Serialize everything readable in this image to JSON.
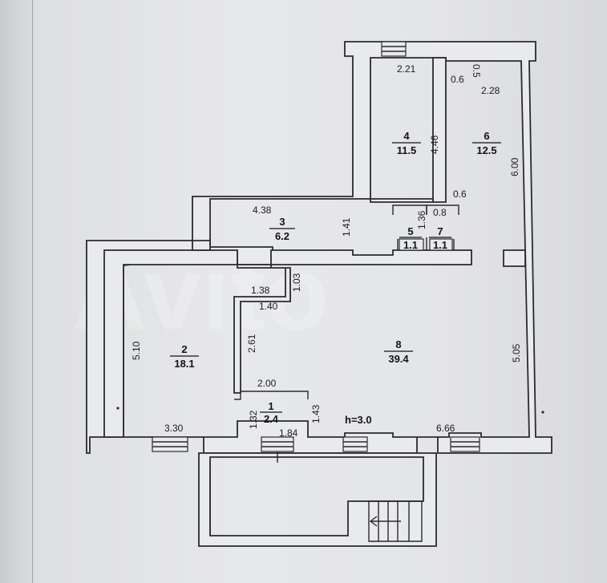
{
  "plan": {
    "ceiling_height": "h=3.0",
    "watermark": "Avito",
    "rooms": [
      {
        "id": "r1",
        "number": "1",
        "area": "2.4"
      },
      {
        "id": "r2",
        "number": "2",
        "area": "18.1"
      },
      {
        "id": "r3",
        "number": "3",
        "area": "6.2"
      },
      {
        "id": "r4",
        "number": "4",
        "area": "11.5"
      },
      {
        "id": "r5",
        "number": "5",
        "area": "1.1"
      },
      {
        "id": "r6",
        "number": "6",
        "area": "12.5"
      },
      {
        "id": "r7",
        "number": "7",
        "area": "1.1"
      },
      {
        "id": "r8",
        "number": "8",
        "area": "39.4"
      }
    ],
    "dimensions": {
      "d_221": "2.21",
      "d_05": "0.5",
      "d_06a": "0.6",
      "d_228": "2.28",
      "d_446": "4.46",
      "d_600": "6.00",
      "d_06b": "0.6",
      "d_438": "4.38",
      "d_141": "1.41",
      "d_136": "1.36",
      "d_08": "0.8",
      "d_103": "1.03",
      "d_138": "1.38",
      "d_140": "1.40",
      "d_510": "5.10",
      "d_261": "2.61",
      "d_505": "5.05",
      "d_200": "2.00",
      "d_132": "1.32",
      "d_143": "1.43",
      "d_330": "3.30",
      "d_184": "1.84",
      "d_666": "6.66"
    }
  }
}
